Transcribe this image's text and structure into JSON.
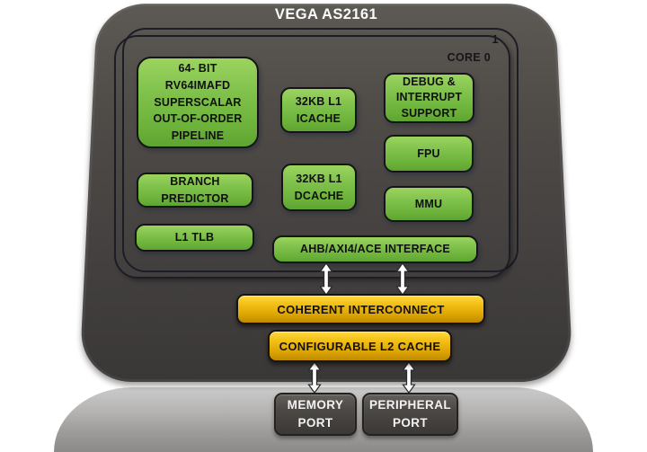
{
  "chip": {
    "title": "VEGA AS2161",
    "core_cluster": {
      "count_badge": "1",
      "core_label": "CORE 0",
      "blocks": {
        "pipeline": "64- BIT\nRV64IMAFD\nSUPERSCALAR\nOUT-OF-ORDER\nPIPELINE",
        "icache": "32KB L1\nICACHE",
        "debug": "DEBUG &\nINTERRUPT\nSUPPORT",
        "fpu": "FPU",
        "branch_predictor": "BRANCH\nPREDICTOR",
        "dcache": "32KB L1\nDCACHE",
        "mmu": "MMU",
        "l1_tlb": "L1 TLB",
        "ahb_interface": "AHB/AXI4/ACE INTERFACE"
      }
    },
    "uncore": {
      "interconnect": "COHERENT INTERCONNECT",
      "l2_cache": "CONFIGURABLE L2 CACHE"
    }
  },
  "ports": {
    "memory": "MEMORY\nPORT",
    "peripheral": "PERIPHERAL\nPORT"
  },
  "colors": {
    "chip_body": "#454240",
    "core_blue": "#c3d2ea",
    "block_green": "#7cc14a",
    "bus_gold": "#e6b211",
    "port_gray": "#4a4643",
    "title_text": "#fafafa"
  }
}
